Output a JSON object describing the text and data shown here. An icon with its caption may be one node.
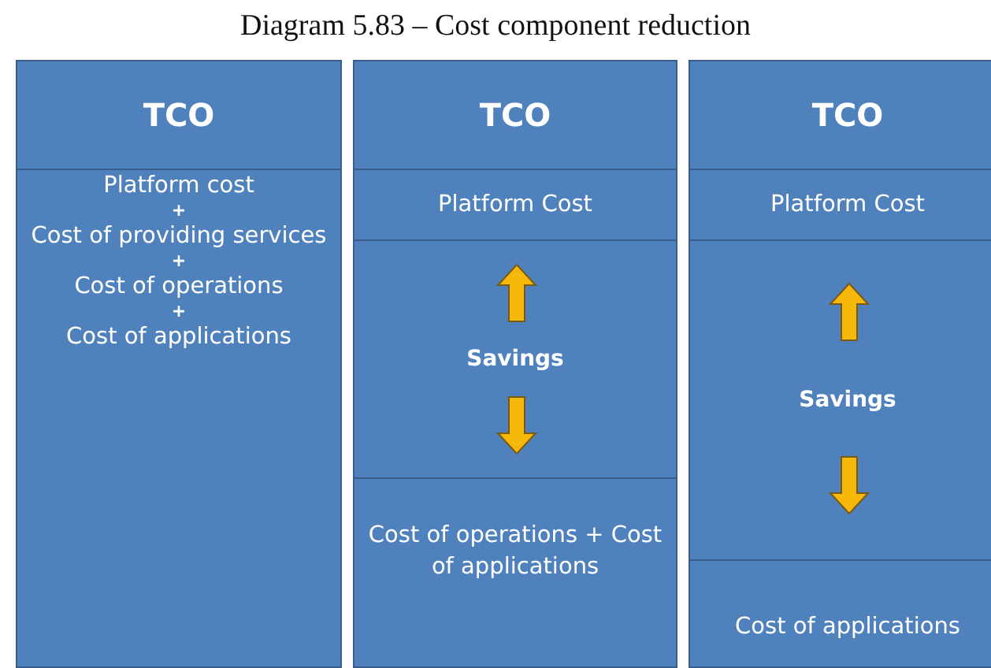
{
  "diagram": {
    "title": "Diagram 5.83 – Cost component reduction",
    "nodes": [
      {
        "text": [
          "TCO"
        ]
      },
      {
        "text": [
          "Platform cost",
          "+",
          "Cost of providing services",
          "+",
          "Cost of operations",
          "+",
          "Cost of applications"
        ]
      },
      {
        "text": [
          "TCO"
        ]
      },
      {
        "text": [
          "Platform Cost"
        ]
      },
      {
        "text": [
          "Savings"
        ]
      },
      {
        "text": [
          "Cost of operations + Cost of applications"
        ]
      },
      {
        "text": [
          "TCO"
        ]
      },
      {
        "text": [
          "Platform Cost"
        ]
      },
      {
        "text": [
          "Savings"
        ]
      },
      {
        "text": [
          "Cost of applications"
        ]
      }
    ]
  }
}
